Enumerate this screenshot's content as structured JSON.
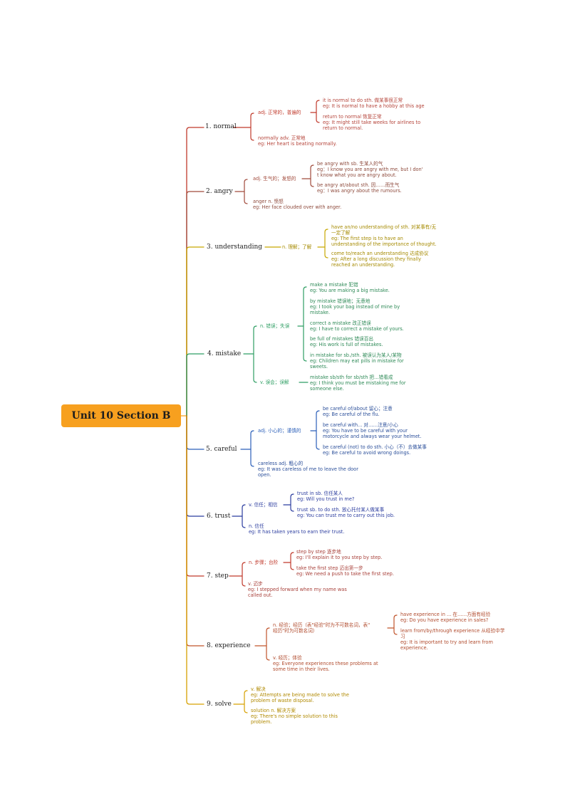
{
  "root": "Unit 10 Section B",
  "colors": {
    "normal": "#c0392b",
    "angry": "#a14a3b",
    "understanding": "#c7a800",
    "mistake": "#2e9e63",
    "careful": "#2b5fb9",
    "trust": "#2b3c9f",
    "step": "#c0392b",
    "experience": "#c0532b",
    "solve": "#d6a000"
  },
  "branches": {
    "normal": {
      "label": "1. normal",
      "pos": "adj. 正常的，普遍的",
      "leaf1": "it is normal to do sth. 做某事很正常\neg: It is normal to have a hobby at this age",
      "leaf2": "return to normal 恢复正常\neg: It might still take weeks for airlines to\nreturn to normal.",
      "note": "normally adv. 正常地\neg: Her heart is beating normally."
    },
    "angry": {
      "label": "2. angry",
      "pos": "adj. 生气的；发怒的",
      "leaf1": "be angry with sb. 生某人的气\neg：I know you are angry with me, but I don'\nt know what you are angry about.",
      "leaf2": "be angry at/about sth. 因……而生气\neg：I was angry about the rumours.",
      "note": "anger n. 愤怒\neg: Her face clouded over with anger."
    },
    "understanding": {
      "label": "3. understanding",
      "pos": "n. 理解；了解",
      "leaf1": "have an/no understanding of sth. 对某事有/无\n一定了解\neg: The first step is to have an\nunderstanding of the importance of thought.",
      "leaf2": "come to/reach an understanding 达成协议\neg: After a long discussion they finally\nreached an understanding."
    },
    "mistake": {
      "label": "4. mistake",
      "pos_n": "n. 错误；失误",
      "pos_v": "v. 误会；误解",
      "leaf1": "make a mistake 犯错\neg: You are making a big mistake.",
      "leaf2": "by mistake 错误地；无意地\neg: I took your bag instead of mine by\nmistake.",
      "leaf3": "correct a mistake 改正错误\neg: I have to correct a mistake of yours.",
      "leaf4": "be full of mistakes 错误百出\neg: His work is full of mistakes.",
      "leaf5": "in mistake for sb./sth. 被误认为某人/某物\neg: Children may eat pills in mistake for\nsweets.",
      "leaf6": "mistake sb/sth for sb/sth 把…错看成\neg: I think you must be mistaking me for\nsomeone else."
    },
    "careful": {
      "label": "5. careful",
      "pos": "adj. 小心的；谨慎的",
      "leaf1": "be careful of/about 留心；注意\neg: Be careful of the flu.",
      "leaf2": "be careful with... 对……注意/小心\neg: You have to be careful with your\nmotorcycle and always wear your helmet.",
      "leaf3": "be careful (not) to do sth. 小心（不）去做某事\neg: Be careful to avoid wrong doings.",
      "note": "careless adj. 粗心的\neg: It was careless of me to leave the door\nopen."
    },
    "trust": {
      "label": "6. trust",
      "pos": "v. 信任；相信",
      "leaf1": "trust in sb. 信任某人\neg: Will you trust in me?",
      "leaf2": "trust sb. to do sth. 放心托付某人做某事\neg: You can trust me to carry out this job.",
      "note": "n. 信任\neg: It has taken years to earn their trust."
    },
    "step": {
      "label": "7. step",
      "pos": "n. 步骤；台阶",
      "leaf1": "step by step 逐步地\neg: I'll explain it to you step by step.",
      "leaf2": "take the first step 迈出第一步\neg: We need a push to take the first step.",
      "note": "v. 迈步\neg: I stepped forward when my name was\ncalled out."
    },
    "experience": {
      "label": "8. experience",
      "pos": "n. 经验；经历（表\"经验\"时为不可数名词，表\"\n经历\"时为可数名词）",
      "leaf1": "have experience in ... 在……方面有经验\neg: Do you have experience in sales?",
      "leaf2": "learn from/by/through experience 从经验中学\n习\neg: It is important to try and learn from\nexperience.",
      "note": "v. 经历；体验\neg: Everyone experiences these problems at\nsome time in their lives."
    },
    "solve": {
      "label": "9. solve",
      "note1": "v. 解决\neg: Attempts are being made to solve the\nproblem of waste disposal.",
      "note2": "solution n. 解决方案\neg: There's no simple solution to this\nproblem."
    }
  }
}
